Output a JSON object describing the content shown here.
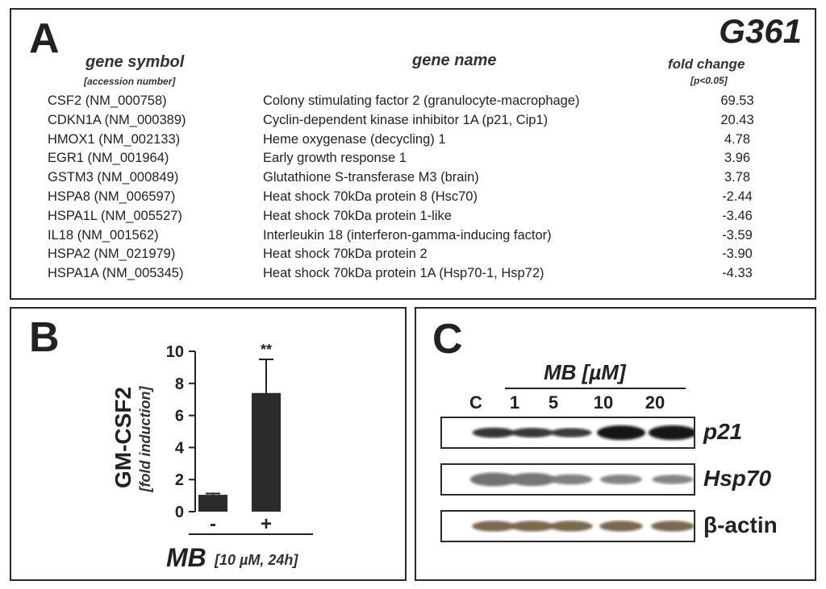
{
  "panel_a": {
    "letter": "A",
    "cell_line": "G361",
    "headers": {
      "symbol": "gene symbol",
      "accession": "[accession number]",
      "name": "gene name",
      "fold": "fold change",
      "pval": "[p<0.05]"
    },
    "rows": [
      {
        "symbol": "CSF2 (NM_000758)",
        "name": "Colony stimulating factor 2 (granulocyte-macrophage)",
        "fold": "69.53"
      },
      {
        "symbol": "CDKN1A (NM_000389)",
        "name": "Cyclin-dependent kinase inhibitor 1A (p21, Cip1)",
        "fold": "20.43"
      },
      {
        "symbol": "HMOX1 (NM_002133)",
        "name": "Heme oxygenase (decycling) 1",
        "fold": "4.78"
      },
      {
        "symbol": "EGR1 (NM_001964)",
        "name": "Early growth response 1",
        "fold": "3.96"
      },
      {
        "symbol": "GSTM3 (NM_000849)",
        "name": "Glutathione S-transferase M3 (brain)",
        "fold": "3.78"
      },
      {
        "symbol": "HSPA8 (NM_006597)",
        "name": "Heat shock 70kDa protein 8 (Hsc70)",
        "fold": "-2.44"
      },
      {
        "symbol": "HSPA1L (NM_005527)",
        "name": "Heat shock 70kDa protein 1-like",
        "fold": "-3.46"
      },
      {
        "symbol": "IL18 (NM_001562)",
        "name": "Interleukin 18 (interferon-gamma-inducing factor)",
        "fold": "-3.59"
      },
      {
        "symbol": "HSPA2 (NM_021979)",
        "name": "Heat shock 70kDa protein 2",
        "fold": "-3.90"
      },
      {
        "symbol": "HSPA1A (NM_005345)",
        "name": "Heat shock 70kDa protein 1A (Hsp70-1, Hsp72)",
        "fold": "-4.33"
      }
    ]
  },
  "panel_b": {
    "letter": "B",
    "chart_data": {
      "type": "bar",
      "categories": [
        "-",
        "+"
      ],
      "values": [
        1.05,
        7.4
      ],
      "errors": [
        0.08,
        2.1
      ],
      "annotations": [
        "",
        "**"
      ],
      "ylabel": "GM-CSF2",
      "ylabel_sub": "[fold induction]",
      "ylim": [
        0,
        10
      ],
      "yticks": [
        0,
        2,
        4,
        6,
        8,
        10
      ],
      "xlabel": "MB",
      "xlabel_sub": "[10 µM, 24h]",
      "bar_color": "#2b2b2b"
    }
  },
  "panel_c": {
    "letter": "C",
    "treatment": "MB [µM]",
    "lanes": [
      "C",
      "1",
      "5",
      "10",
      "20"
    ],
    "blots": [
      {
        "label": "p21",
        "intensity": [
          0.55,
          0.5,
          0.45,
          1.0,
          1.0
        ]
      },
      {
        "label": "Hsp70",
        "intensity": [
          0.9,
          0.85,
          0.55,
          0.5,
          0.45
        ]
      },
      {
        "label": "β-actin",
        "intensity": [
          0.6,
          0.6,
          0.6,
          0.6,
          0.6
        ]
      }
    ]
  }
}
